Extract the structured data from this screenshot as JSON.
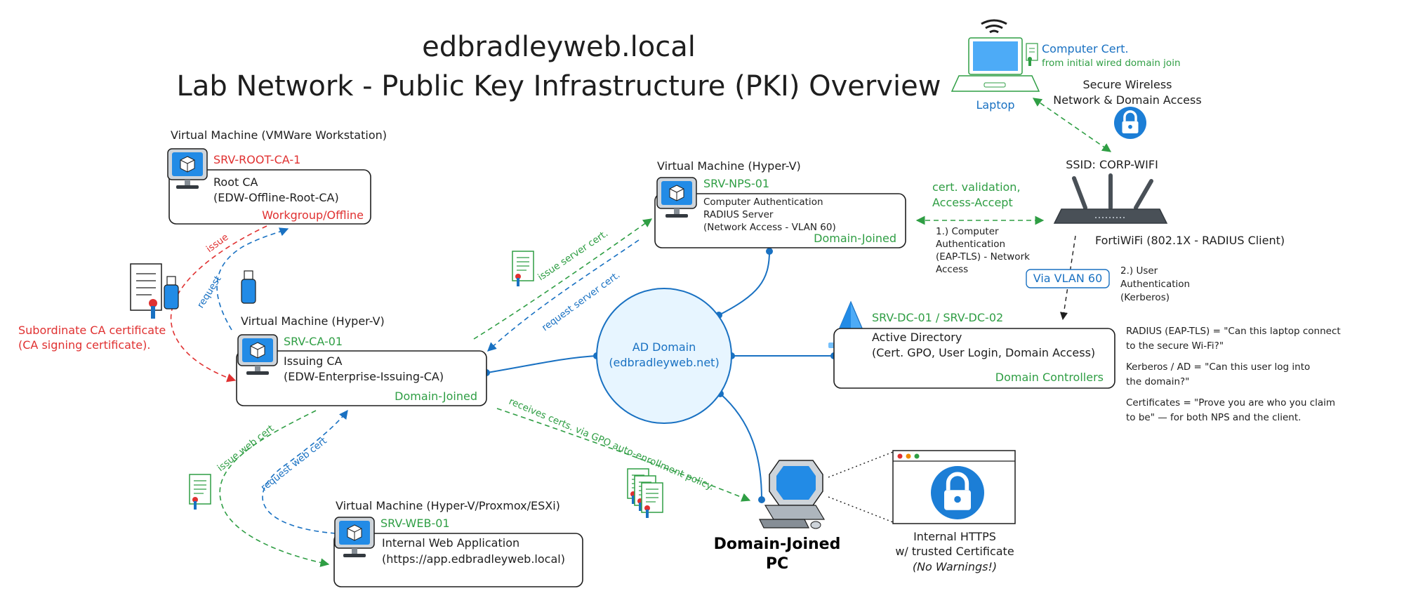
{
  "title": {
    "line1": "edbradleyweb.local",
    "line2": "Lab Network - Public Key Infrastructure (PKI) Overview"
  },
  "nodes": {
    "root_ca": {
      "vm_label": "Virtual Machine (VMWare Workstation)",
      "hostname": "SRV-ROOT-CA-1",
      "role": "Root CA",
      "detail": "(EDW-Offline-Root-CA)",
      "status": "Workgroup/Offline"
    },
    "issuing_ca": {
      "vm_label": "Virtual Machine (Hyper-V)",
      "hostname": "SRV-CA-01",
      "role": "Issuing CA",
      "detail": "(EDW-Enterprise-Issuing-CA)",
      "status": "Domain-Joined"
    },
    "nps": {
      "vm_label": "Virtual Machine (Hyper-V)",
      "hostname": "SRV-NPS-01",
      "line1": "Computer Authentication",
      "line2": "RADIUS Server",
      "line3": "(Network Access - VLAN 60)",
      "status": "Domain-Joined"
    },
    "web": {
      "vm_label": "Virtual Machine (Hyper-V/Proxmox/ESXi)",
      "hostname": "SRV-WEB-01",
      "line1": "Internal Web Application",
      "line2": "(https://app.edbradleyweb.local)"
    },
    "dc": {
      "hostname": "SRV-DC-01 / SRV-DC-02",
      "line1": "Active Directory",
      "line2": "(Cert. GPO, User Login, Domain Access)",
      "status": "Domain Controllers"
    },
    "ad_domain": {
      "line1": "AD Domain",
      "line2": "(edbradleyweb.net)"
    },
    "laptop": {
      "label": "Laptop",
      "cert_line1": "Computer Cert.",
      "cert_line2": "from initial wired domain join",
      "secure_line1": "Secure Wireless",
      "secure_line2": "Network & Domain Access"
    },
    "router": {
      "ssid": "SSID: CORP-WIFI",
      "label": "FortiWiFi (802.1X - RADIUS Client)",
      "vlan_badge": "Via VLAN 60"
    },
    "pc": {
      "line1": "Domain-Joined",
      "line2": "PC"
    },
    "browser": {
      "line1": "Internal HTTPS",
      "line2": "w/ trusted Certificate",
      "line3": "(No Warnings!)"
    }
  },
  "annotations": {
    "sub_ca_line1": "Subordinate CA certificate",
    "sub_ca_line2": "(CA signing certificate).",
    "issue": "issue",
    "request": "request",
    "issue_server_cert": "issue server cert.",
    "request_server_cert": "request server cert.",
    "issue_web_cert": "issue web cert",
    "request_web_cert": "request web cert",
    "gpo": "receives certs. via GPO auto-enrollment policy.",
    "cert_validation_line1": "cert. validation,",
    "cert_validation_line2": "Access-Accept",
    "comp_auth_lines": [
      "1.) Computer",
      "Authentication",
      "(EAP-TLS) - Network",
      "Access"
    ],
    "user_auth_lines": [
      "2.) User",
      "Authentication",
      "(Kerberos)"
    ]
  },
  "notes": {
    "radius_line1": "RADIUS (EAP-TLS) = \"Can this laptop connect",
    "radius_line2": "to the secure Wi-Fi?\"",
    "kerberos_line1": "Kerberos / AD = \"Can this user log into",
    "kerberos_line2": "the domain?\"",
    "certs_line1": "Certificates = \"Prove you are who you claim",
    "certs_line2": "to be\" — for both NPS and the client."
  },
  "colors": {
    "red": "#e03131",
    "green": "#2f9e44",
    "blue": "#1971c2",
    "ad_fill": "#e7f5ff",
    "lock_blue": "#1c7ed6"
  },
  "icons": [
    "vm-monitor-icon",
    "certificate-icon",
    "usb-drive-icon",
    "document-icon",
    "laptop-icon",
    "wifi-signal-icon",
    "router-icon",
    "lock-icon",
    "active-directory-icon",
    "workstation-pc-icon",
    "browser-window-icon"
  ]
}
